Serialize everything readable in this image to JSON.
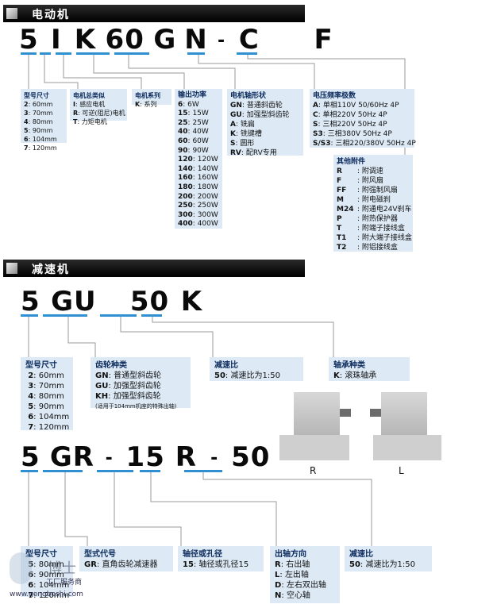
{
  "motor": {
    "header": "电动机",
    "code": [
      "5",
      "I",
      "K",
      "60",
      "G",
      "N",
      "-",
      "C",
      "F"
    ],
    "boxes": {
      "size": {
        "title": "型号尺寸",
        "items": [
          [
            "2",
            "60mm"
          ],
          [
            "3",
            "70mm"
          ],
          [
            "4",
            "80mm"
          ],
          [
            "5",
            "90mm"
          ],
          [
            "6",
            "104mm"
          ],
          [
            "7",
            "120mm"
          ]
        ]
      },
      "type": {
        "title": "电机总类似",
        "items": [
          [
            "I",
            "感应电机"
          ],
          [
            "R",
            "可逆(阻尼)电机"
          ],
          [
            "T",
            "力矩电机"
          ]
        ]
      },
      "series": {
        "title": "电机系列",
        "items": [
          [
            "K",
            "系列"
          ]
        ]
      },
      "power": {
        "title": "输出功率",
        "items": [
          [
            "6",
            "6W"
          ],
          [
            "15",
            "15W"
          ],
          [
            "25",
            "25W"
          ],
          [
            "40",
            "40W"
          ],
          [
            "60",
            "60W"
          ],
          [
            "90",
            "90W"
          ],
          [
            "120",
            "120W"
          ],
          [
            "140",
            "140W"
          ],
          [
            "160",
            "160W"
          ],
          [
            "180",
            "180W"
          ],
          [
            "200",
            "200W"
          ],
          [
            "250",
            "250W"
          ],
          [
            "300",
            "300W"
          ],
          [
            "400",
            "400W"
          ]
        ]
      },
      "shaft": {
        "title": "电机轴形状",
        "items": [
          [
            "GN",
            "普通斜齿轮"
          ],
          [
            "GU",
            "加强型斜齿轮"
          ],
          [
            "A",
            "铣扁"
          ],
          [
            "K",
            "铣键槽"
          ],
          [
            "S",
            "圆形"
          ],
          [
            "RV",
            "配RV专用"
          ]
        ]
      },
      "voltage": {
        "title": "电压频率极数",
        "items": [
          [
            "A",
            "单相110V  50/60Hz 4P"
          ],
          [
            "C",
            "单相220V  50Hz 4P"
          ],
          [
            "S",
            "三相220V  50Hz 4P"
          ],
          [
            "S3",
            "三相380V  50Hz 4P"
          ],
          [
            "S/S3",
            "三相220/380V  50Hz 4P"
          ]
        ]
      },
      "accessory": {
        "title": "其他附件",
        "items": [
          [
            "R",
            "附调速"
          ],
          [
            "F",
            "附风扇"
          ],
          [
            "FF",
            "附强制风扇"
          ],
          [
            "M",
            "附电磁刹"
          ],
          [
            "M24",
            "附通电24V刹车"
          ],
          [
            "P",
            "附热保护器"
          ],
          [
            "T",
            "附端子接线盒"
          ],
          [
            "T1",
            "附大端子接线盒"
          ],
          [
            "T2",
            "附铝接线盒"
          ]
        ]
      }
    }
  },
  "reducer": {
    "header": "减速机",
    "code1": [
      "5",
      "GU",
      "50",
      "K"
    ],
    "code2": [
      "5",
      "GR",
      "-",
      "15",
      "R",
      "-",
      "50"
    ],
    "boxes": {
      "size": {
        "title": "型号尺寸",
        "items": [
          [
            "2",
            "60mm"
          ],
          [
            "3",
            "70mm"
          ],
          [
            "4",
            "80mm"
          ],
          [
            "5",
            "90mm"
          ],
          [
            "6",
            "104mm"
          ],
          [
            "7",
            "120mm"
          ]
        ]
      },
      "gear": {
        "title": "齿轮种类",
        "items": [
          [
            "GN",
            "普通型斜齿轮"
          ],
          [
            "GU",
            "加强型斜齿轮"
          ],
          [
            "KH",
            "加强型斜齿轮"
          ]
        ],
        "note": "(适用于104mm机座的特殊出轴)"
      },
      "ratio": {
        "title": "减速比",
        "items": [
          [
            "50",
            "减速比为1:50"
          ]
        ]
      },
      "bearing": {
        "title": "轴承种类",
        "items": [
          [
            "K",
            "滚珠轴承"
          ]
        ]
      },
      "size2": {
        "title": "型号尺寸",
        "items": [
          [
            "5",
            "80mm"
          ],
          [
            "6",
            "90mm"
          ],
          [
            "6",
            "104mm"
          ],
          [
            "7",
            "120mm"
          ]
        ]
      },
      "model": {
        "title": "型式代号",
        "items": [
          [
            "GR",
            "直角齿轮减速器"
          ]
        ]
      },
      "bore": {
        "title": "轴径或孔径",
        "items": [
          [
            "15",
            "轴径或孔径15"
          ]
        ]
      },
      "direction": {
        "title": "出轴方向",
        "items": [
          [
            "R",
            "右出轴"
          ],
          [
            "L",
            "左出轴"
          ],
          [
            "D",
            "左右双出轴"
          ],
          [
            "N",
            "空心轴"
          ]
        ]
      },
      "ratio2": {
        "title": "减速比",
        "items": [
          [
            "50",
            "减速比为1:50"
          ]
        ]
      }
    },
    "labels": {
      "r": "R",
      "l": "L"
    }
  },
  "watermark": {
    "line1": "博士",
    "line2": "工厂服务商",
    "line3": "www.gongboshi.com"
  },
  "colors": {
    "underline": "#2f8fd0",
    "box": "#ddeaf6",
    "line": "#9a9a9a"
  }
}
